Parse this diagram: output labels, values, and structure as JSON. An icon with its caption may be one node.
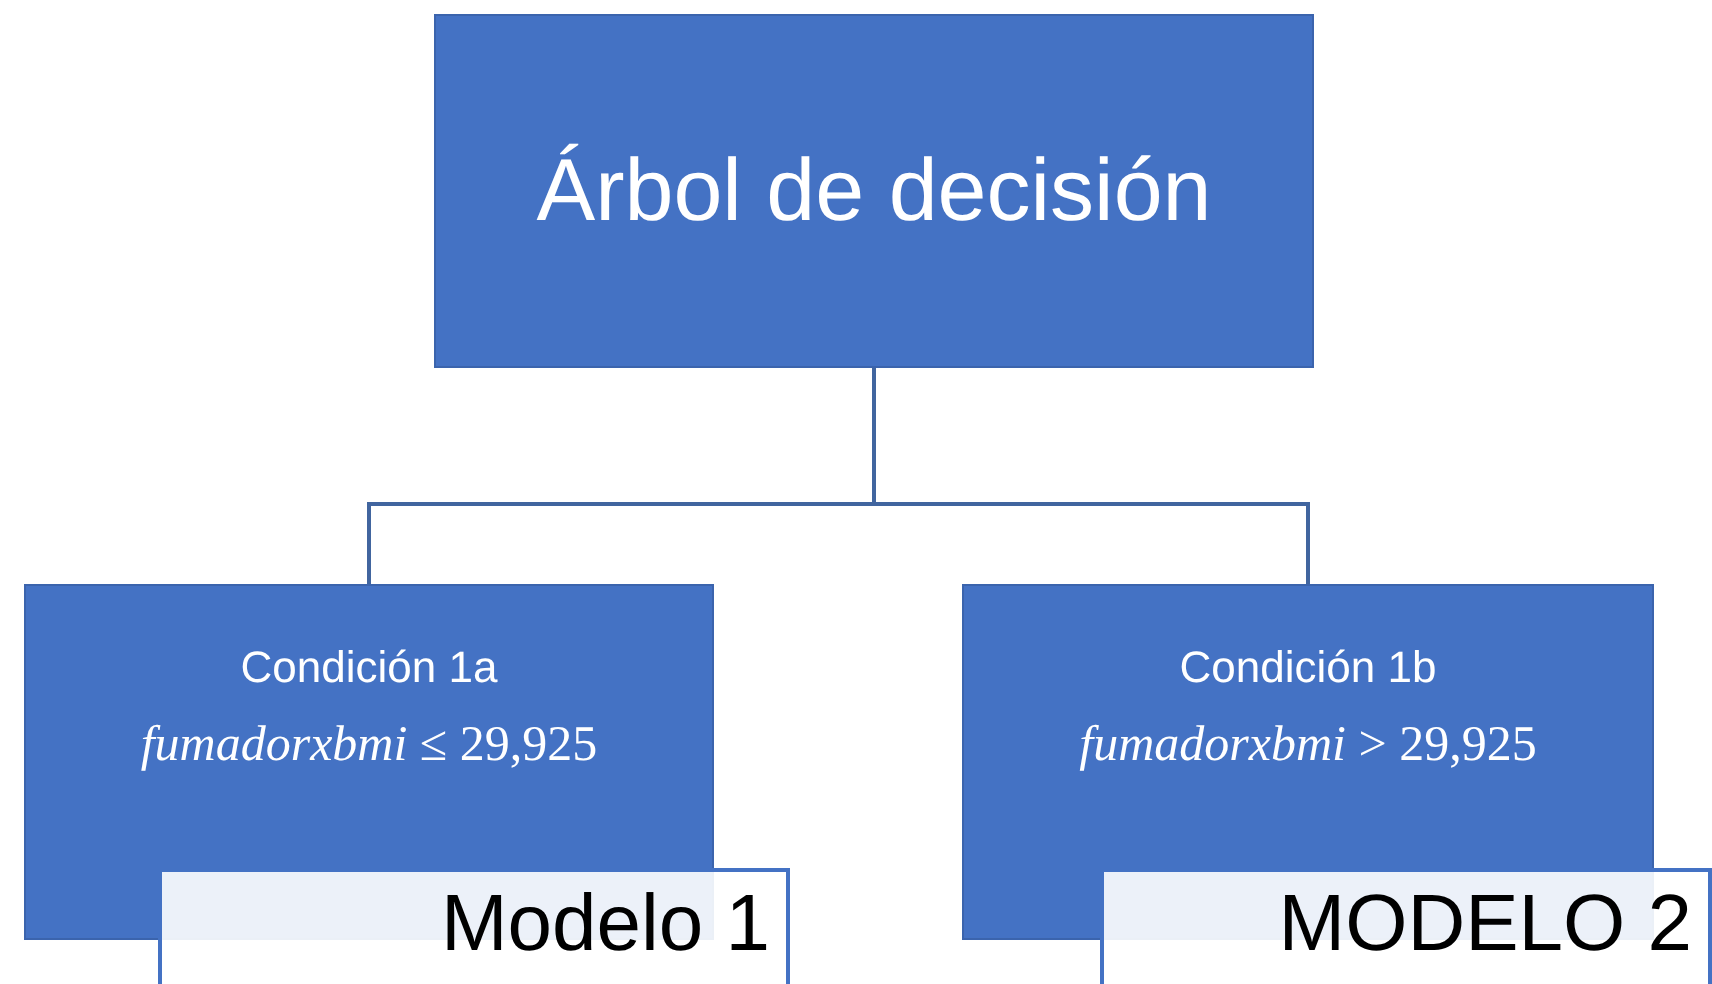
{
  "diagram": {
    "nodes": [
      {
        "text": [
          "Árbol de decisión"
        ]
      },
      {
        "text": [
          "Condición 1a",
          "*fumadorxbmi* ≤ 29,925"
        ]
      },
      {
        "text": [
          "Condición 1b",
          "*fumadorxbmi* > 29,925"
        ]
      },
      {
        "text": [
          "Modelo 1"
        ]
      },
      {
        "text": [
          "MODELO 2"
        ]
      }
    ],
    "edges": [
      {
        "from": 0,
        "to": 1,
        "arrow": "none"
      },
      {
        "from": 0,
        "to": 2,
        "arrow": "none"
      }
    ]
  }
}
